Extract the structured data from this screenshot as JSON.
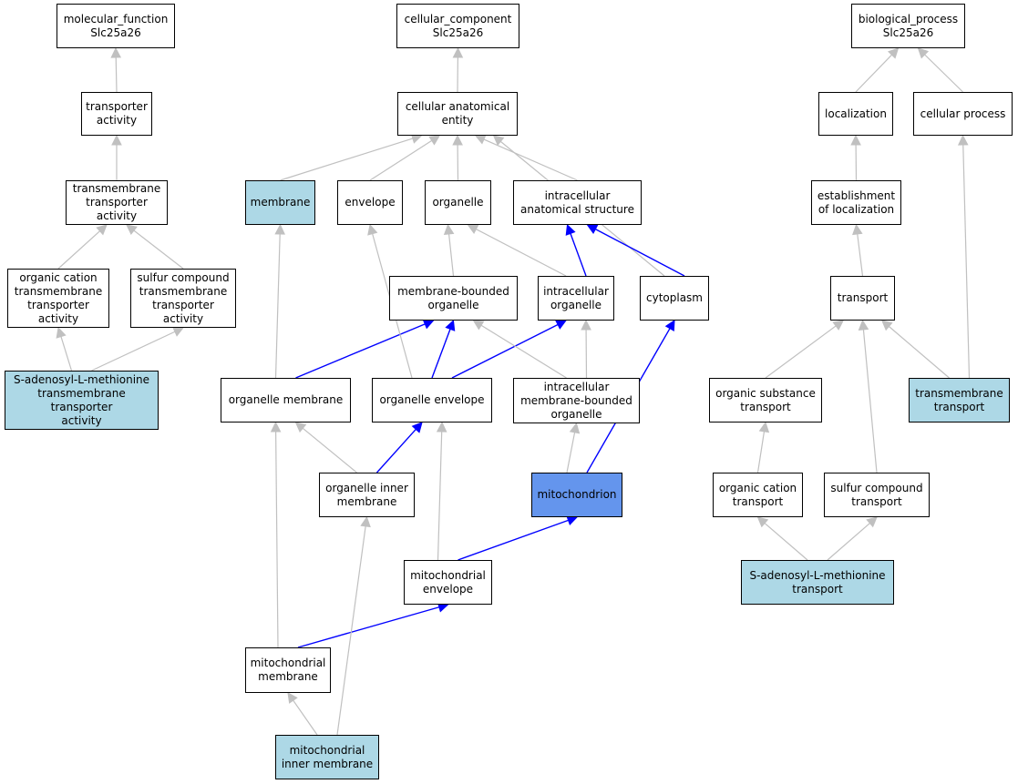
{
  "colors": {
    "term": "#ffffff",
    "annotated": "#add8e6",
    "focus": "#6495ed",
    "edge_default": "#c0c0c0",
    "edge_highlight": "#0000ff",
    "border": "#000000"
  },
  "nodes": {
    "molecular_function_root": {
      "label": "molecular_function\nSlc25a26",
      "kind": "term"
    },
    "cellular_component_root": {
      "label": "cellular_component\nSlc25a26",
      "kind": "term"
    },
    "biological_process_root": {
      "label": "biological_process\nSlc25a26",
      "kind": "term"
    },
    "transporter_activity": {
      "label": "transporter\nactivity",
      "kind": "term"
    },
    "transmembrane_transporter_activity": {
      "label": "transmembrane\ntransporter\nactivity",
      "kind": "term"
    },
    "organic_cation_tta": {
      "label": "organic cation\ntransmembrane\ntransporter\nactivity",
      "kind": "term"
    },
    "sulfur_compound_tta": {
      "label": "sulfur compound\ntransmembrane\ntransporter\nactivity",
      "kind": "term"
    },
    "sam_tta": {
      "label": "S-adenosyl-L-methionine\ntransmembrane\ntransporter\nactivity",
      "kind": "annotated"
    },
    "cellular_anatomical_entity": {
      "label": "cellular anatomical\nentity",
      "kind": "term"
    },
    "membrane": {
      "label": "membrane",
      "kind": "annotated"
    },
    "envelope": {
      "label": "envelope",
      "kind": "term"
    },
    "organelle": {
      "label": "organelle",
      "kind": "term"
    },
    "intracellular_anatomical_structure": {
      "label": "intracellular\nanatomical structure",
      "kind": "term"
    },
    "membrane_bounded_organelle": {
      "label": "membrane-bounded\norganelle",
      "kind": "term"
    },
    "intracellular_organelle": {
      "label": "intracellular\norganelle",
      "kind": "term"
    },
    "cytoplasm": {
      "label": "cytoplasm",
      "kind": "term"
    },
    "organelle_membrane": {
      "label": "organelle membrane",
      "kind": "term"
    },
    "organelle_envelope": {
      "label": "organelle envelope",
      "kind": "term"
    },
    "intracellular_mbo": {
      "label": "intracellular\nmembrane-bounded\norganelle",
      "kind": "term"
    },
    "organelle_inner_membrane": {
      "label": "organelle inner\nmembrane",
      "kind": "term"
    },
    "mitochondrion": {
      "label": "mitochondrion",
      "kind": "focus"
    },
    "mitochondrial_envelope": {
      "label": "mitochondrial\nenvelope",
      "kind": "term"
    },
    "mitochondrial_membrane": {
      "label": "mitochondrial\nmembrane",
      "kind": "term"
    },
    "mitochondrial_inner_membrane": {
      "label": "mitochondrial\ninner membrane",
      "kind": "annotated"
    },
    "localization": {
      "label": "localization",
      "kind": "term"
    },
    "cellular_process": {
      "label": "cellular process",
      "kind": "term"
    },
    "establishment_of_localization": {
      "label": "establishment\nof localization",
      "kind": "term"
    },
    "transport": {
      "label": "transport",
      "kind": "term"
    },
    "organic_substance_transport": {
      "label": "organic substance\ntransport",
      "kind": "term"
    },
    "transmembrane_transport": {
      "label": "transmembrane\ntransport",
      "kind": "annotated"
    },
    "organic_cation_transport": {
      "label": "organic cation\ntransport",
      "kind": "term"
    },
    "sulfur_compound_transport": {
      "label": "sulfur compound\ntransport",
      "kind": "term"
    },
    "sam_transport": {
      "label": "S-adenosyl-L-methionine\ntransport",
      "kind": "annotated"
    }
  },
  "edges": [
    {
      "from": "transporter_activity",
      "to": "molecular_function_root",
      "highlight": false
    },
    {
      "from": "transmembrane_transporter_activity",
      "to": "transporter_activity",
      "highlight": false
    },
    {
      "from": "organic_cation_tta",
      "to": "transmembrane_transporter_activity",
      "highlight": false
    },
    {
      "from": "sulfur_compound_tta",
      "to": "transmembrane_transporter_activity",
      "highlight": false
    },
    {
      "from": "sam_tta",
      "to": "organic_cation_tta",
      "highlight": false
    },
    {
      "from": "sam_tta",
      "to": "sulfur_compound_tta",
      "highlight": false
    },
    {
      "from": "cellular_anatomical_entity",
      "to": "cellular_component_root",
      "highlight": false
    },
    {
      "from": "membrane",
      "to": "cellular_anatomical_entity",
      "highlight": false
    },
    {
      "from": "envelope",
      "to": "cellular_anatomical_entity",
      "highlight": false
    },
    {
      "from": "organelle",
      "to": "cellular_anatomical_entity",
      "highlight": false
    },
    {
      "from": "intracellular_anatomical_structure",
      "to": "cellular_anatomical_entity",
      "highlight": false
    },
    {
      "from": "cytoplasm",
      "to": "cellular_anatomical_entity",
      "highlight": false
    },
    {
      "from": "membrane_bounded_organelle",
      "to": "organelle",
      "highlight": false
    },
    {
      "from": "intracellular_organelle",
      "to": "organelle",
      "highlight": false
    },
    {
      "from": "intracellular_organelle",
      "to": "intracellular_anatomical_structure",
      "highlight": true
    },
    {
      "from": "cytoplasm",
      "to": "intracellular_anatomical_structure",
      "highlight": true
    },
    {
      "from": "organelle_membrane",
      "to": "membrane",
      "highlight": false
    },
    {
      "from": "organelle_membrane",
      "to": "membrane_bounded_organelle",
      "highlight": true
    },
    {
      "from": "organelle_envelope",
      "to": "envelope",
      "highlight": false
    },
    {
      "from": "organelle_envelope",
      "to": "membrane_bounded_organelle",
      "highlight": true
    },
    {
      "from": "organelle_envelope",
      "to": "intracellular_organelle",
      "highlight": true
    },
    {
      "from": "intracellular_mbo",
      "to": "membrane_bounded_organelle",
      "highlight": false
    },
    {
      "from": "intracellular_mbo",
      "to": "intracellular_organelle",
      "highlight": false
    },
    {
      "from": "organelle_inner_membrane",
      "to": "organelle_membrane",
      "highlight": false
    },
    {
      "from": "organelle_inner_membrane",
      "to": "organelle_envelope",
      "highlight": true
    },
    {
      "from": "mitochondrion",
      "to": "intracellular_mbo",
      "highlight": false
    },
    {
      "from": "mitochondrion",
      "to": "cytoplasm",
      "highlight": true
    },
    {
      "from": "mitochondrial_envelope",
      "to": "organelle_envelope",
      "highlight": false
    },
    {
      "from": "mitochondrial_envelope",
      "to": "mitochondrion",
      "highlight": true
    },
    {
      "from": "mitochondrial_membrane",
      "to": "organelle_membrane",
      "highlight": false
    },
    {
      "from": "mitochondrial_membrane",
      "to": "mitochondrial_envelope",
      "highlight": true
    },
    {
      "from": "mitochondrial_inner_membrane",
      "to": "mitochondrial_membrane",
      "highlight": false
    },
    {
      "from": "mitochondrial_inner_membrane",
      "to": "organelle_inner_membrane",
      "highlight": false
    },
    {
      "from": "localization",
      "to": "biological_process_root",
      "highlight": false
    },
    {
      "from": "cellular_process",
      "to": "biological_process_root",
      "highlight": false
    },
    {
      "from": "establishment_of_localization",
      "to": "localization",
      "highlight": false
    },
    {
      "from": "transport",
      "to": "establishment_of_localization",
      "highlight": false
    },
    {
      "from": "organic_substance_transport",
      "to": "transport",
      "highlight": false
    },
    {
      "from": "transmembrane_transport",
      "to": "transport",
      "highlight": false
    },
    {
      "from": "transmembrane_transport",
      "to": "cellular_process",
      "highlight": false
    },
    {
      "from": "organic_cation_transport",
      "to": "organic_substance_transport",
      "highlight": false
    },
    {
      "from": "sulfur_compound_transport",
      "to": "transport",
      "highlight": false
    },
    {
      "from": "sam_transport",
      "to": "organic_cation_transport",
      "highlight": false
    },
    {
      "from": "sam_transport",
      "to": "sulfur_compound_transport",
      "highlight": false
    }
  ]
}
